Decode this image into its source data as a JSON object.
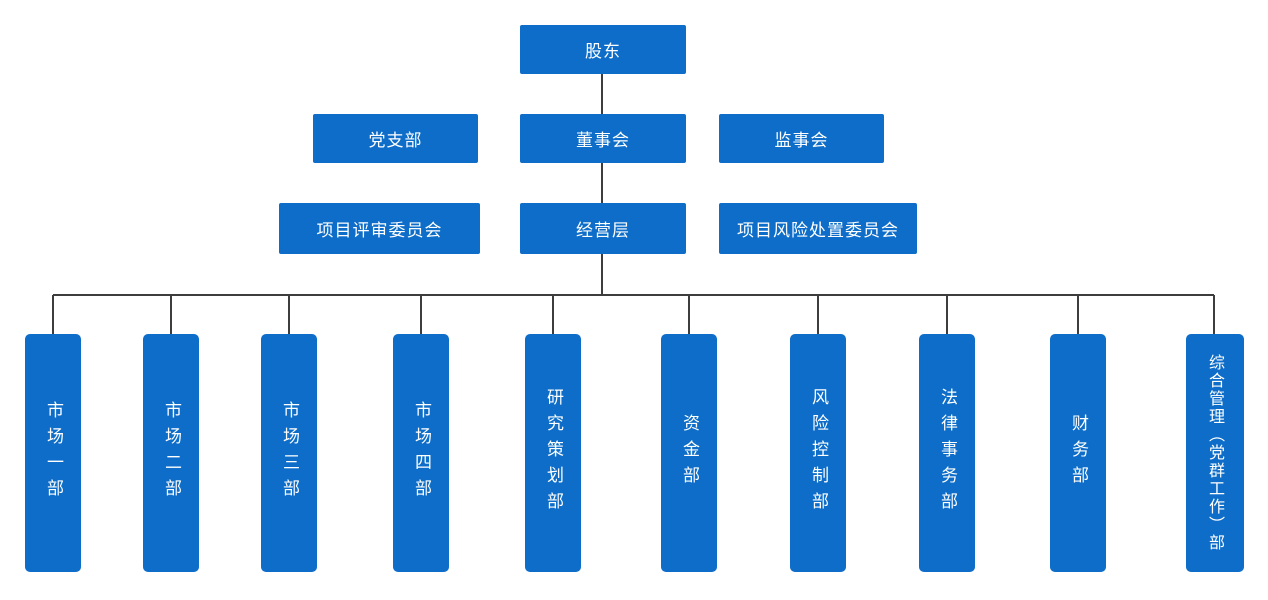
{
  "colors": {
    "box": "#0d6dc8",
    "text": "#ffffff",
    "line": "#3d3d3d",
    "background": "#ffffff"
  },
  "org": {
    "root": "股东",
    "row2": [
      "党支部",
      "董事会",
      "监事会"
    ],
    "row3": [
      "项目评审委员会",
      "经营层",
      "项目风险处置委员会"
    ],
    "departments": [
      "市场一部",
      "市场二部",
      "市场三部",
      "市场四部",
      "研究策划部",
      "资金部",
      "风险控制部",
      "法律事务部",
      "财务部",
      "综合管理（党群工作）部"
    ]
  }
}
